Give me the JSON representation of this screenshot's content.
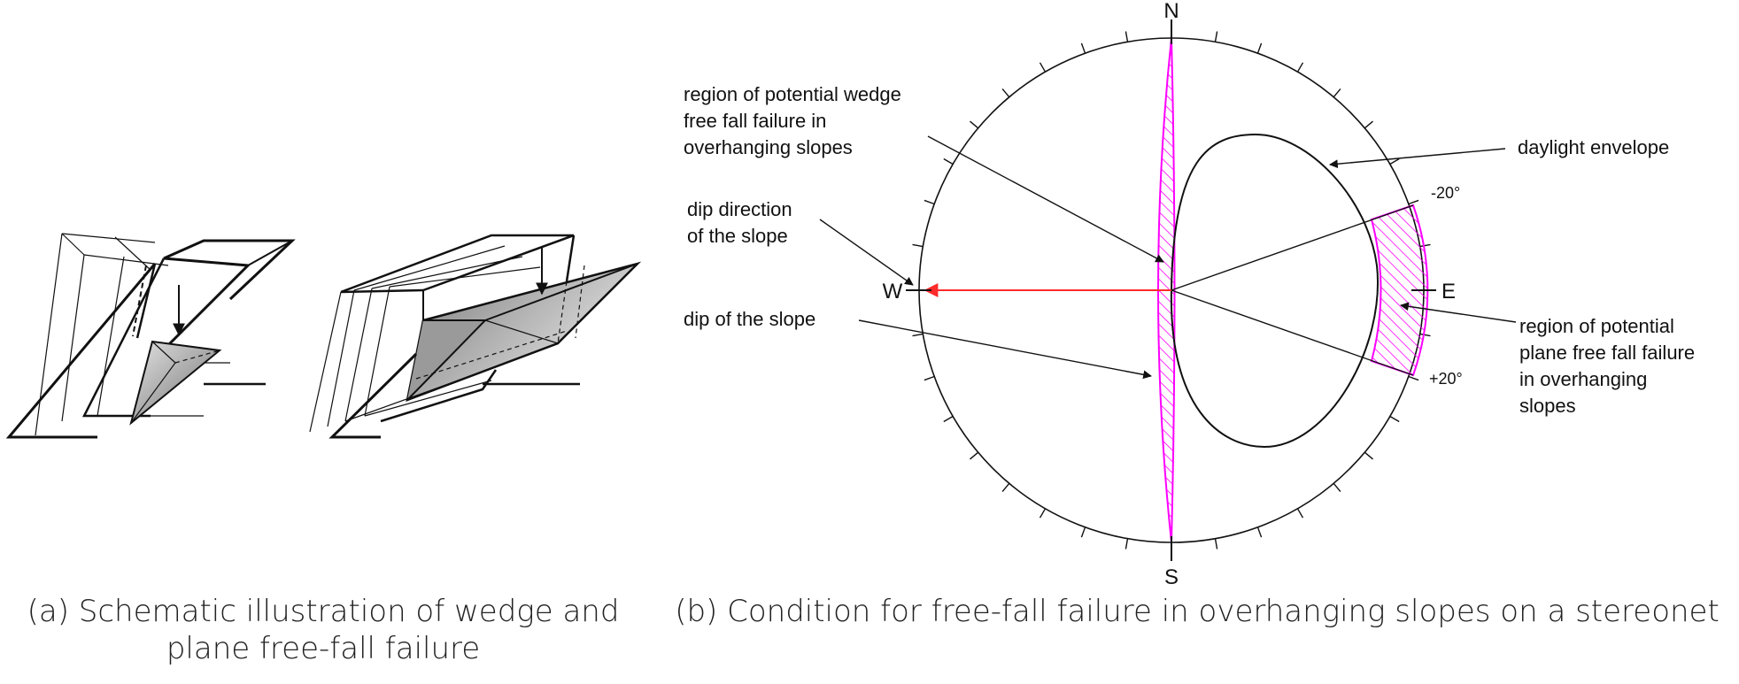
{
  "captions": {
    "a_line1": "(a) Schematic illustration of wedge and",
    "a_line2": "plane free-fall failure",
    "b": "(b) Condition for free-fall failure in overhanging slopes on a stereonet"
  },
  "directions": {
    "north": "N",
    "south": "S",
    "east": "E",
    "west": "W"
  },
  "angles": {
    "minus": "-20°",
    "plus": "+20°"
  },
  "labels": {
    "wedge_region": [
      "region of potential wedge",
      "free fall failure in",
      "overhanging slopes"
    ],
    "dip_direction": [
      "dip direction",
      "of the slope"
    ],
    "dip": [
      "dip of the slope"
    ],
    "daylight": [
      "daylight envelope"
    ],
    "plane_region": [
      "region of potential",
      "plane free fall failure",
      "in overhanging",
      "slopes"
    ]
  },
  "colors": {
    "region": "#ff00ff",
    "dip_direction_arrow": "#ff2a2a",
    "line": "#111111",
    "block_dark": "#8a8a8a",
    "block_light": "#dcdcdc"
  }
}
